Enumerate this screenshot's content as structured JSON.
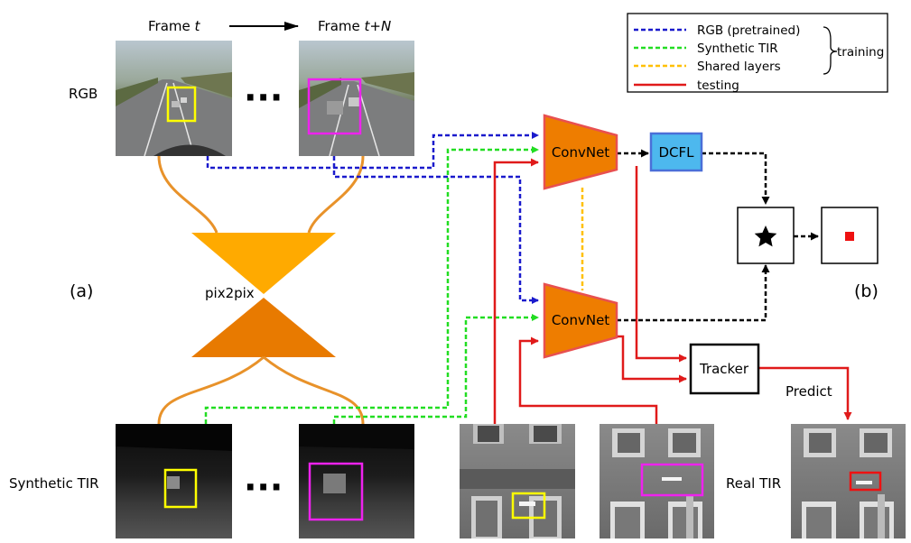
{
  "labels": {
    "frame_t_prefix": "Frame ",
    "frame_t_var": "t",
    "frame_tn_prefix": "Frame ",
    "frame_tn_var": "t+N",
    "rgb": "RGB",
    "synthetic_tir": "Synthetic TIR",
    "real_tir": "Real TIR",
    "pix2pix": "pix2pix",
    "panel_a": "(a)",
    "panel_b": "(b)",
    "ellipsis_top": "···",
    "ellipsis_bottom": "···",
    "predict": "Predict"
  },
  "blocks": {
    "convnet_top": "ConvNet",
    "convnet_bottom": "ConvNet",
    "dcfl": "DCFL",
    "tracker": "Tracker"
  },
  "legend": {
    "items": [
      {
        "label": "RGB (pretrained)",
        "color": "#1a1acc",
        "style": "dashed"
      },
      {
        "label": "Synthetic TIR",
        "color": "#22dd22",
        "style": "dashed"
      },
      {
        "label": "Shared layers",
        "color": "#ffc000",
        "style": "dashed"
      },
      {
        "label": "testing",
        "color": "#e01a1a",
        "style": "solid"
      }
    ],
    "group_label": "training"
  },
  "colors": {
    "rgb_line": "#1a1acc",
    "synthetic_line": "#22dd22",
    "shared_line": "#ffc000",
    "testing_line": "#e01a1a",
    "output_line": "#000000",
    "convnet_fill": "#ee7d00",
    "convnet_stroke": "#e85050",
    "dcfl_fill": "#4db8ee",
    "dcfl_stroke": "#4a6fd8",
    "gan_top": "#ffaa00",
    "gan_bottom": "#e87a00",
    "curves": "#e8922a",
    "bbox_yellow": "#ffff00",
    "bbox_magenta": "#ee22ee",
    "bbox_red": "#ee1111"
  },
  "icons": {
    "similarity": "star-icon",
    "prediction": "red-square-icon"
  }
}
